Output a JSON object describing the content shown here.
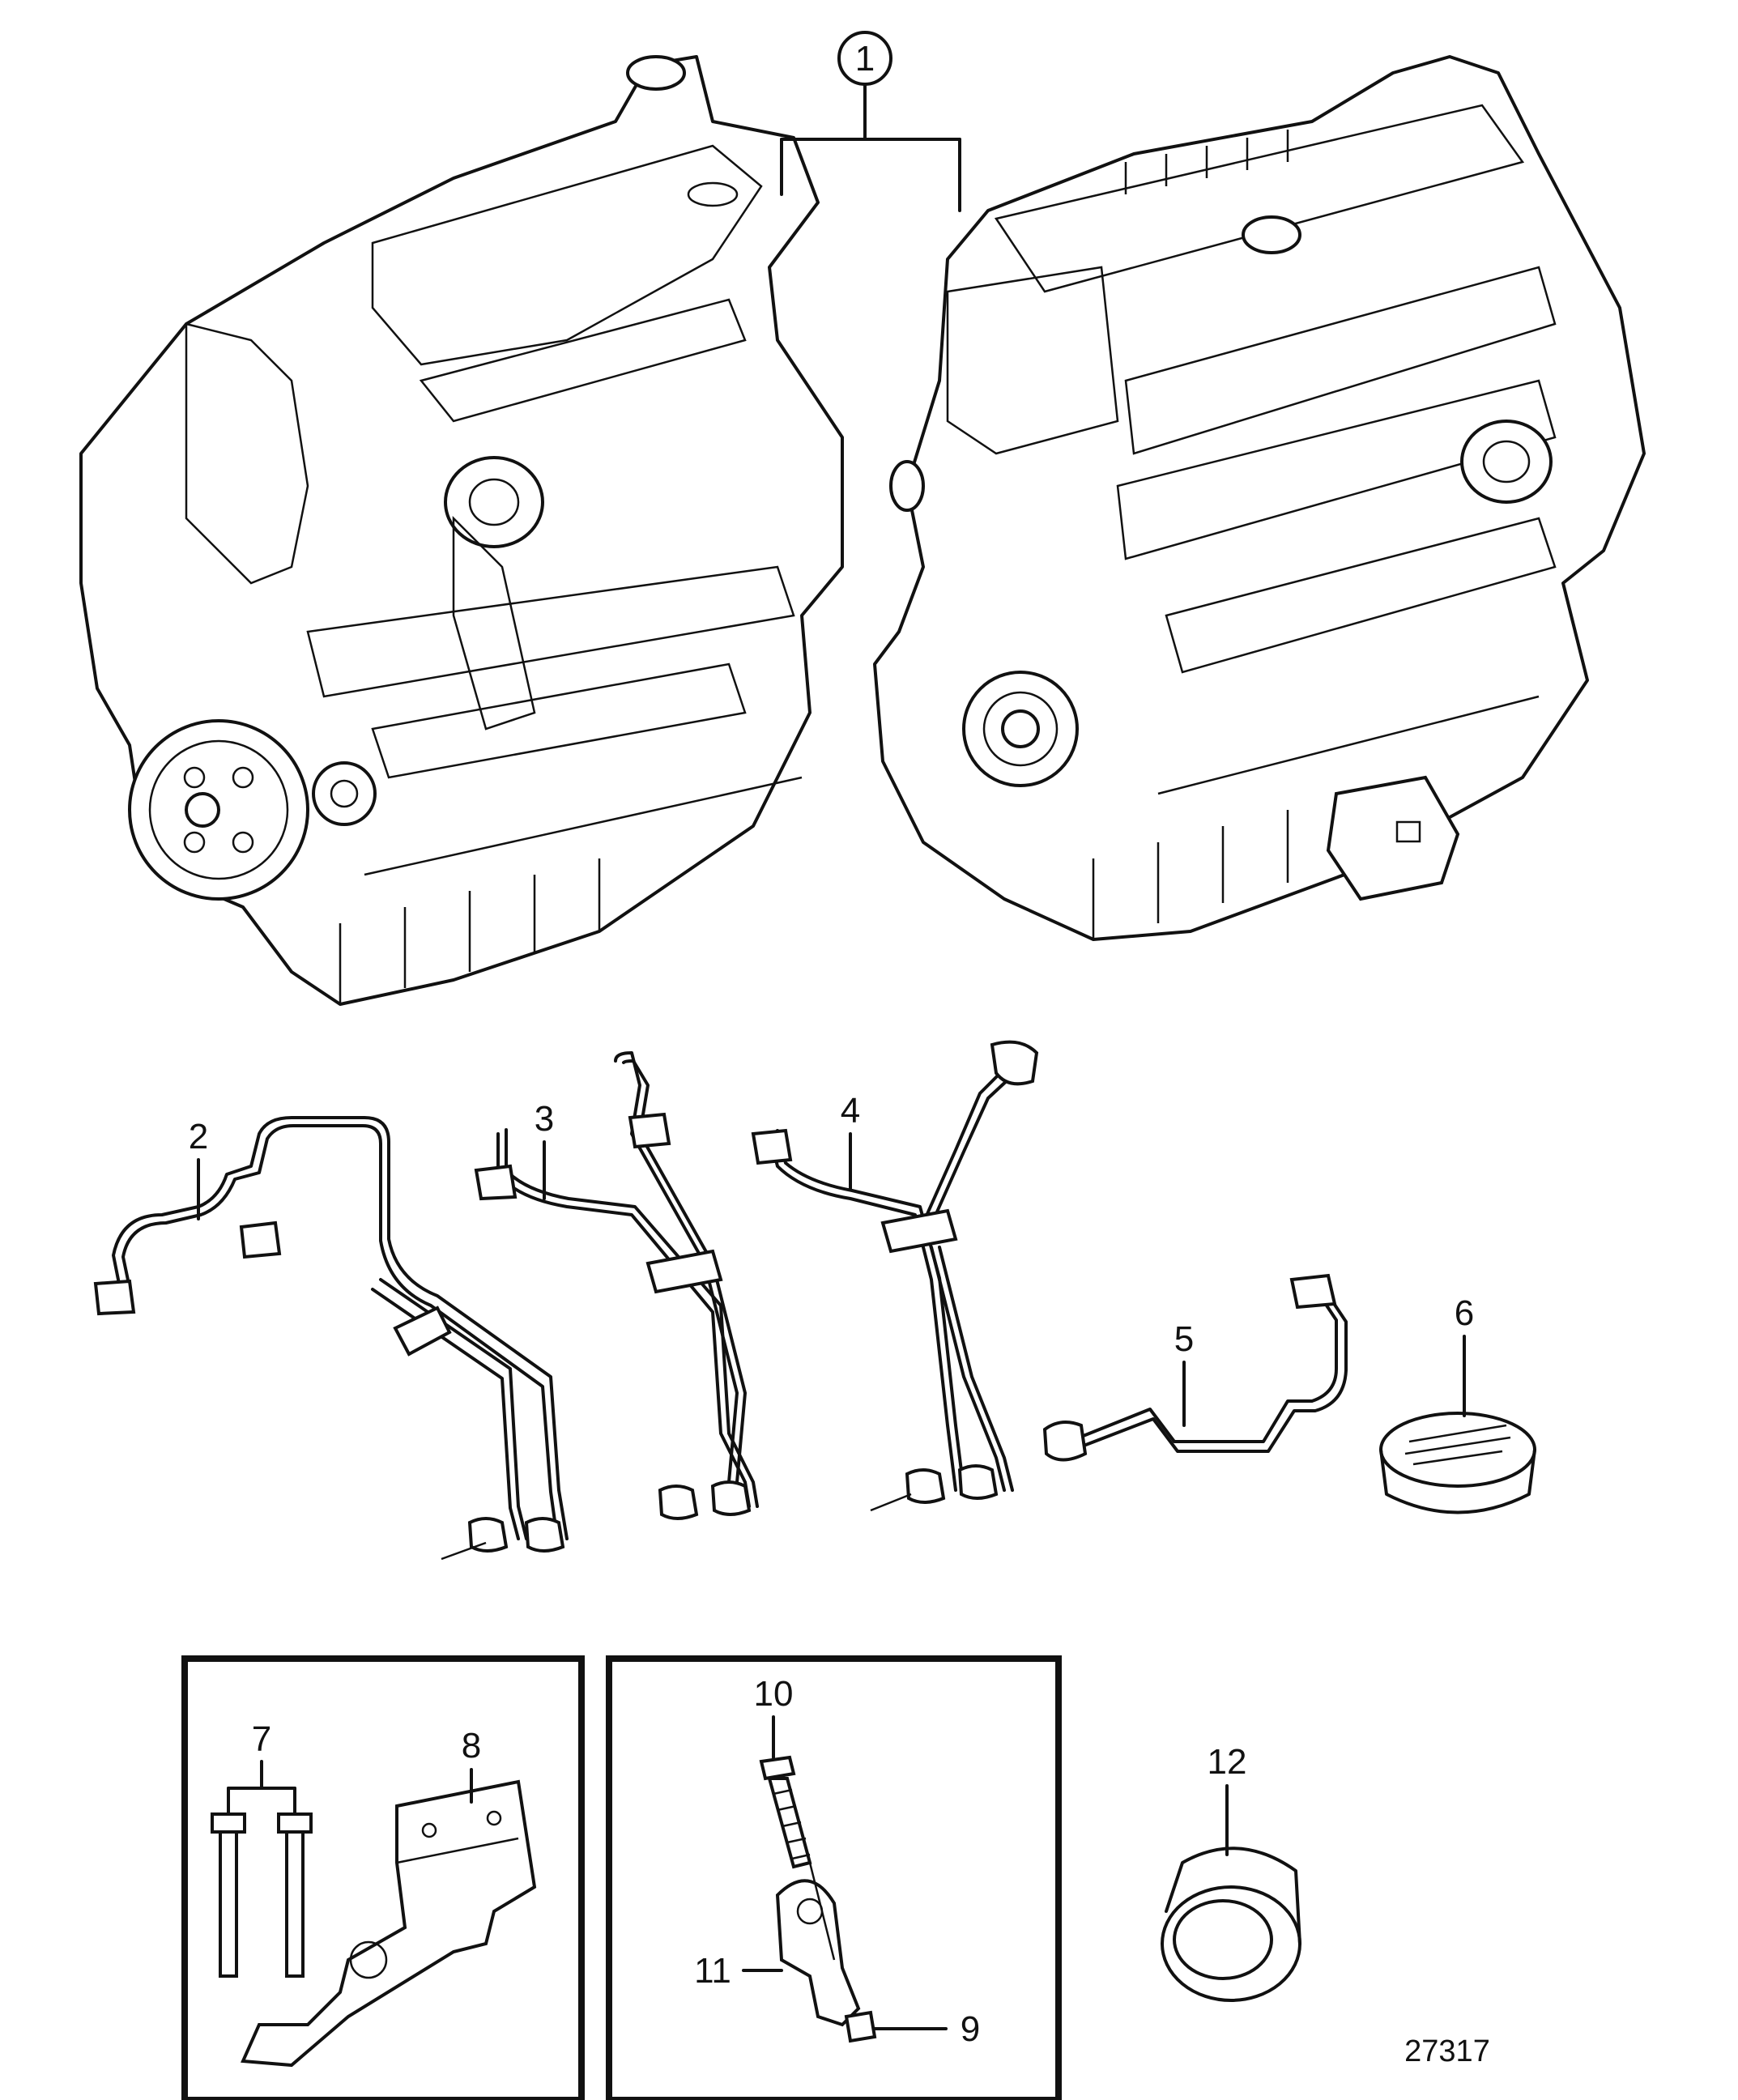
{
  "callouts": [
    {
      "id": "c1",
      "text": "1"
    },
    {
      "id": "c2",
      "text": "2"
    },
    {
      "id": "c3",
      "text": "3"
    },
    {
      "id": "c4",
      "text": "4"
    },
    {
      "id": "c5",
      "text": "5"
    },
    {
      "id": "c6",
      "text": "6"
    },
    {
      "id": "c7",
      "text": "7"
    },
    {
      "id": "c8",
      "text": "8"
    },
    {
      "id": "c9",
      "text": "9"
    },
    {
      "id": "c10",
      "text": "10"
    },
    {
      "id": "c11",
      "text": "11"
    },
    {
      "id": "c12",
      "text": "12"
    }
  ],
  "drawing_number": "27317"
}
